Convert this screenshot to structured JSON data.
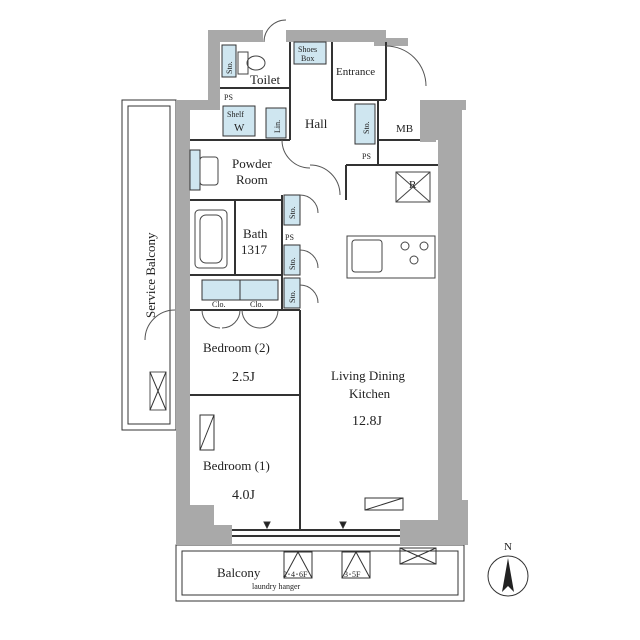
{
  "colors": {
    "wall": "#a9a9a9",
    "storage": "#cfe6f0",
    "line": "#333333",
    "background": "#ffffff"
  },
  "rooms": {
    "toilet": "Toilet",
    "shoes_box": "Shoes Box",
    "shoes_box_line1": "Shoes",
    "shoes_box_line2": "Box",
    "entrance": "Entrance",
    "hall": "Hall",
    "mb": "MB",
    "powder_room_line1": "Powder",
    "powder_room_line2": "Room",
    "bath_line1": "Bath",
    "bath_line2": "1317",
    "service_balcony": "Service Balcony",
    "bedroom2_name": "Bedroom (2)",
    "bedroom2_size": "2.5J",
    "bedroom1_name": "Bedroom (1)",
    "bedroom1_size": "4.0J",
    "ldk_line1": "Living Dining",
    "ldk_line2": "Kitchen",
    "ldk_size": "12.8J",
    "balcony": "Balcony"
  },
  "fixtures": {
    "ps": "PS",
    "sto": "Sto.",
    "shelf": "Shelf",
    "w": "W",
    "lin": "Lin.",
    "clo": "Clo.",
    "refrigerator": "R",
    "hanger_a": "2･4･6F",
    "hanger_b": "3･5F",
    "laundry_hanger": "laundry hanger"
  },
  "compass": {
    "label": "N"
  }
}
